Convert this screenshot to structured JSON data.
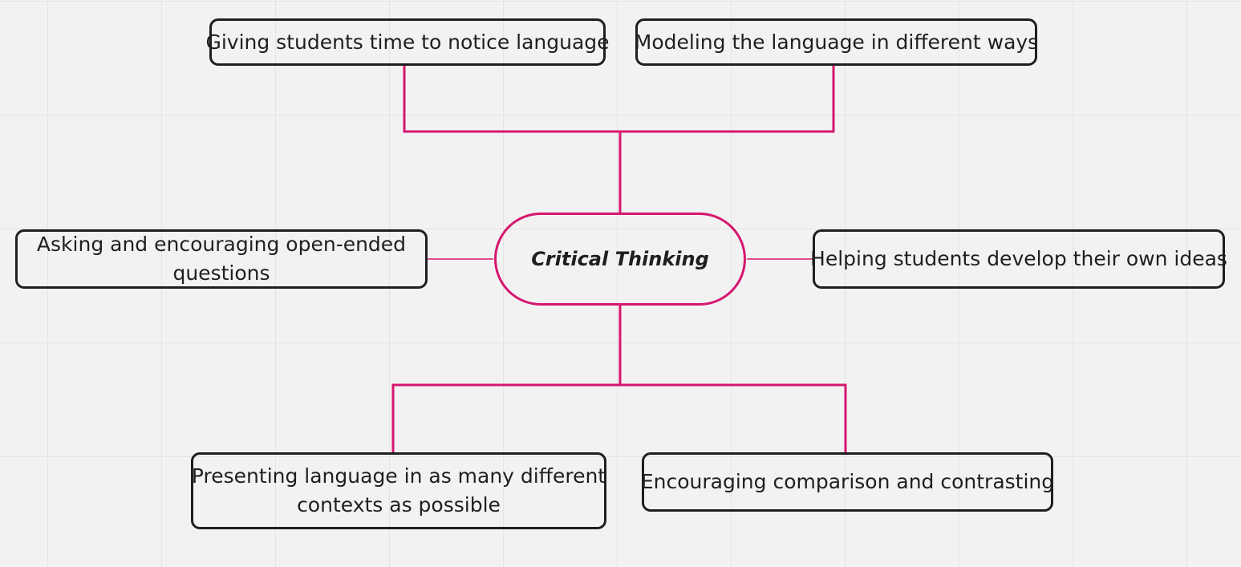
{
  "central_topic": "Critical Thinking",
  "branches": {
    "top_left": "Giving students time to notice language",
    "top_right": "Modeling the language in different ways",
    "left_line1": "Asking and encouraging open-ended",
    "left_line2": "questions",
    "right": "Helping students develop their own ideas",
    "bottom_left_line1": "Presenting language in as many different",
    "bottom_left_line2": "contexts as possible",
    "bottom_right": "Encouraging comparison and contrasting"
  },
  "colors": {
    "connector": "#d6166f",
    "node_border": "#1f1f1f",
    "central_border": "#d6166f",
    "background": "#f2f2f2",
    "grid": "#e4e4e4"
  }
}
